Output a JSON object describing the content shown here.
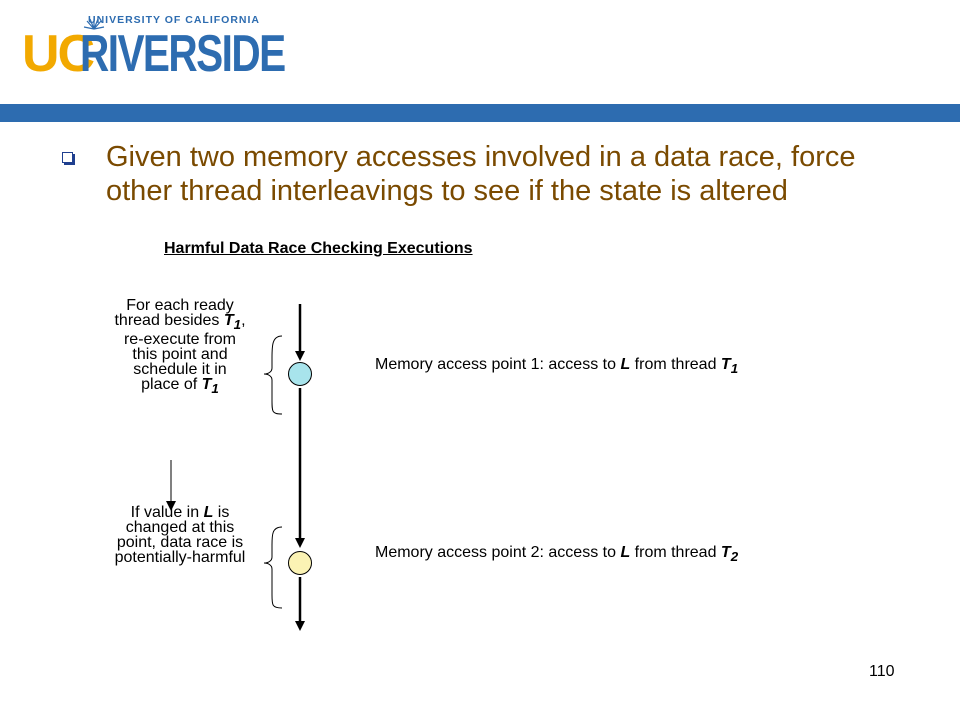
{
  "logo": {
    "university_line": "UNIVERSITY OF CALIFORNIA",
    "uc": "UC",
    "riverside": "RIVERSIDE",
    "brand_blue": "#2d6cb0",
    "brand_gold": "#f2a900"
  },
  "bullet": {
    "text": "Given two memory accesses involved in a data race, force other thread interleavings to see if the state is altered",
    "icon": "hollow-square-bullet-icon"
  },
  "diagram": {
    "heading": "Harmful Data Race Checking Executions",
    "side_note_1": {
      "line1_pre": "For each ready",
      "line2_pre": "thread besides ",
      "T": "T",
      "sub": "1",
      "line2_post": ",",
      "line3": "re-execute from",
      "line4": "this point and",
      "line5": "schedule it in",
      "line6_pre": "place of ",
      "line6_T": "T",
      "line6_sub": "1"
    },
    "side_note_2": {
      "line1_pre": "If value in ",
      "line1_L": "L",
      "line1_post": " is",
      "line2": "changed at this",
      "line3": "point, data race is",
      "line4": "potentially-harmful"
    },
    "access_1": {
      "pre": "Memory access point 1: access to ",
      "L": "L",
      "mid": " from thread ",
      "T": "T",
      "sub": "1",
      "circle_color": "#a8e4ec"
    },
    "access_2": {
      "pre": "Memory access point 2: access to ",
      "L": "L",
      "mid": " from thread ",
      "T": "T",
      "sub": "2",
      "circle_color": "#fbf3b4"
    }
  },
  "page_number": "110"
}
